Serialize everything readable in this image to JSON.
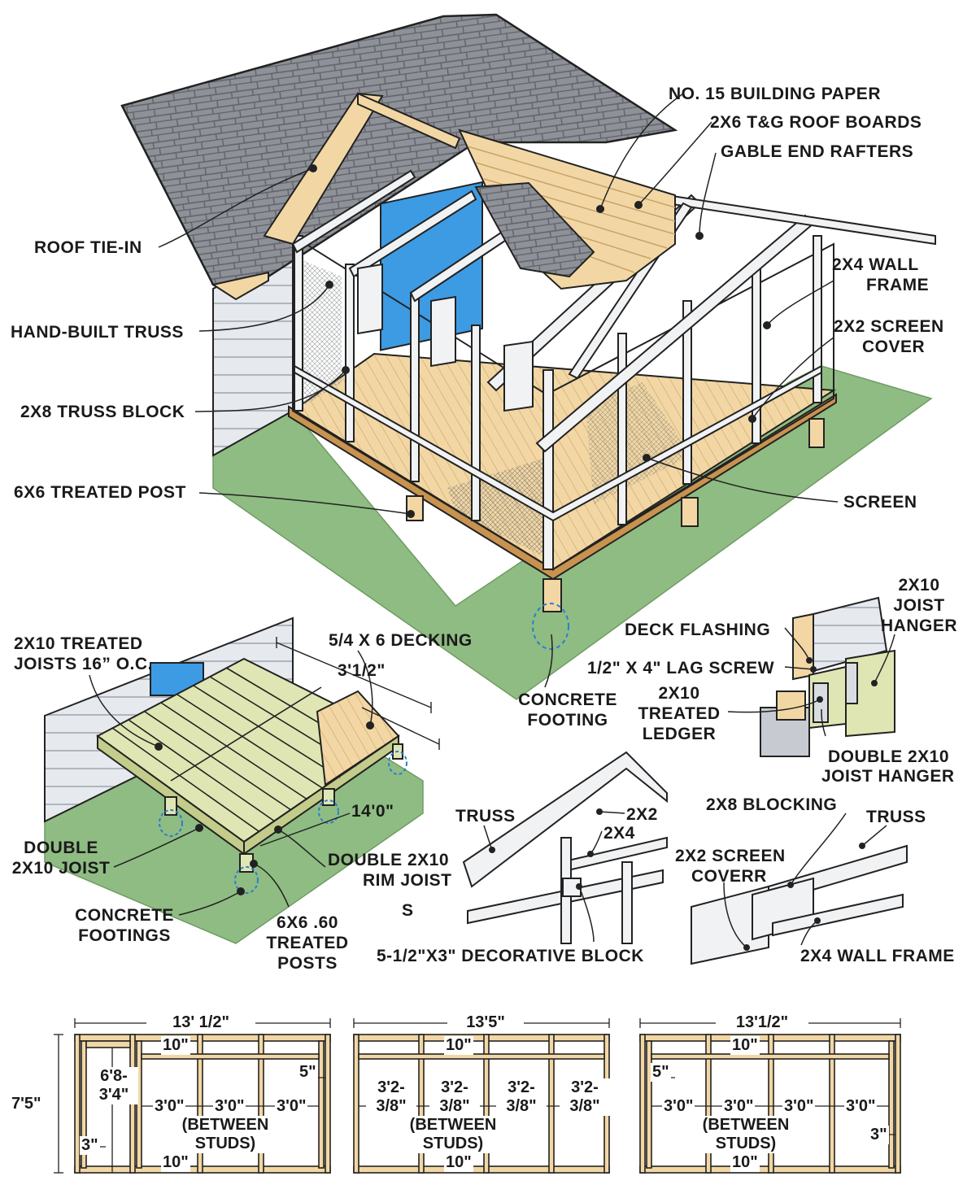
{
  "main_view": {
    "labels": {
      "building_paper": "NO. 15 BUILDING PAPER",
      "roof_boards": "2X6 T&G ROOF BOARDS",
      "gable_rafters": "GABLE END RAFTERS",
      "roof_tie_in": "ROOF TIE-IN",
      "wall_frame_1": "2X4 WALL",
      "wall_frame_2": "FRAME",
      "hand_built_truss": "HAND-BUILT TRUSS",
      "screen_cover_1": "2X2 SCREEN",
      "screen_cover_2": "COVER",
      "truss_block": "2X8 TRUSS BLOCK",
      "treated_post": "6X6 TREATED POST",
      "screen": "SCREEN",
      "footing_1": "CONCRETE",
      "footing_2": "FOOTING"
    }
  },
  "deck_view": {
    "labels": {
      "joists_1": "2X10 TREATED",
      "joists_2": "JOISTS 16” O.C.",
      "decking": "5/4 X 6 DECKING",
      "dim_width": "3'1/2\"",
      "dim_length": "14'0\"",
      "double_joist_1": "DOUBLE",
      "double_joist_2": "2X10 JOIST",
      "rim_joist_1": "DOUBLE 2X10",
      "rim_joist_2": "RIM JOIST",
      "footings_1": "CONCRETE",
      "footings_2": "FOOTINGS",
      "posts_1": "6X6 .60",
      "posts_2": "TREATED",
      "posts_3": "POSTS",
      "stray": "S"
    }
  },
  "ledger_detail": {
    "labels": {
      "joist_hanger_1": "2X10",
      "joist_hanger_2": "JOIST",
      "joist_hanger_3": "HANGER",
      "flashing": "DECK FLASHING",
      "lag_screw": "1/2\" X 4\" LAG SCREW",
      "ledger_1": "2X10",
      "ledger_2": "TREATED",
      "ledger_3": "LEDGER",
      "double_hanger_1": "DOUBLE 2X10",
      "double_hanger_2": "JOIST HANGER"
    }
  },
  "truss_detail": {
    "labels": {
      "truss": "TRUSS",
      "two_by_two": "2X2",
      "two_by_four": "2X4",
      "decorative_block": "5-1/2\"X3\" DECORATIVE BLOCK"
    }
  },
  "blocking_detail": {
    "labels": {
      "blocking": "2X8 BLOCKING",
      "truss": "TRUSS",
      "screen_cover_1": "2X2 SCREEN",
      "screen_cover_2": "COVERR",
      "wall_frame": "2X4 WALL FRAME"
    }
  },
  "wall_elevations": [
    {
      "overall_width": "13' 1/2\"",
      "height": "7'5\"",
      "door_1": "6'8-",
      "door_2": "3'4\"",
      "top": "10\"",
      "bottom": "10\"",
      "side_a": "5\"",
      "side_b": "3\"",
      "spacings": [
        "3'0\"",
        "3'0\"",
        "3'0\""
      ],
      "between_1": "(BETWEEN",
      "between_2": "STUDS)"
    },
    {
      "overall_width": "13'5\"",
      "top": "10\"",
      "bottom": "10\"",
      "spacings_1": [
        "3'2-",
        "3'2-",
        "3'2-",
        "3'2-"
      ],
      "spacings_2": [
        "3/8\"",
        "3/8\"",
        "3/8\"",
        "3/8\""
      ],
      "between_1": "(BETWEEN",
      "between_2": "STUDS)"
    },
    {
      "overall_width": "13'1/2\"",
      "top": "10\"",
      "bottom": "10\"",
      "side_a": "5\"",
      "side_b": "3\"",
      "spacings": [
        "3'0\"",
        "3'0\"",
        "3'0\"",
        "3'0\""
      ],
      "between_1": "(BETWEEN",
      "between_2": "STUDS)"
    }
  ],
  "colors": {
    "shingle": "#8e9298",
    "lumber": "#f2d7a4",
    "treated": "#dfe6b3",
    "frame": "#f1f2f4",
    "grass": "#8fbc82",
    "siding": "#e6e9ee",
    "window": "#3d9be3",
    "outline": "#222222"
  }
}
